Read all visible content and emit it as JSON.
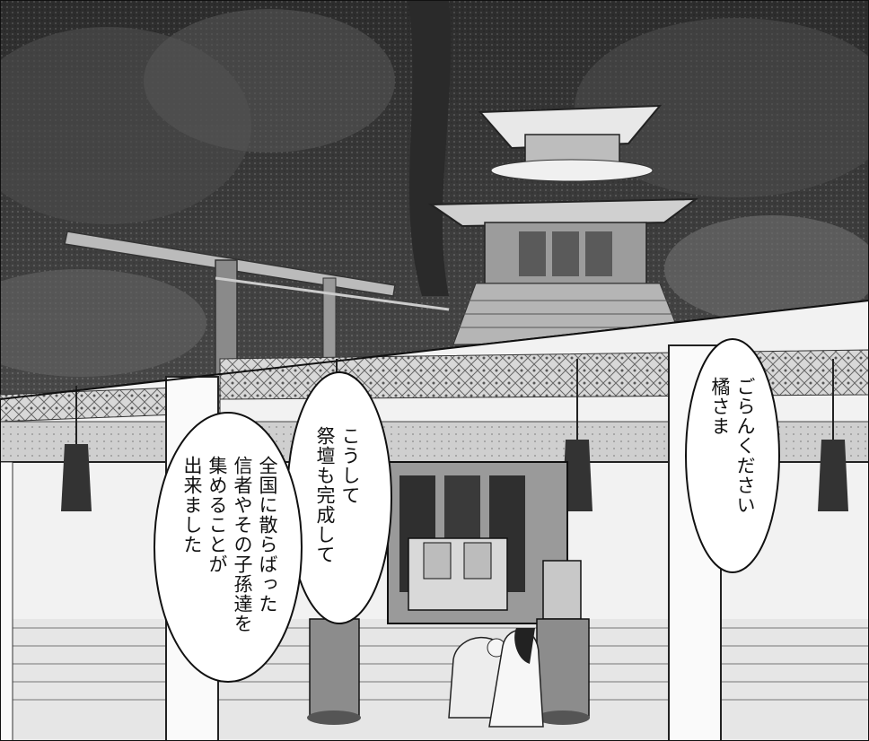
{
  "speech_bubbles": [
    {
      "id": "bubble-right",
      "lines": [
        "ごらんください",
        "橘さま"
      ]
    },
    {
      "id": "bubble-middle",
      "lines": [
        "こうして",
        "祭壇も完成して"
      ]
    },
    {
      "id": "bubble-left",
      "lines": [
        "全国に散らばった",
        "信者やその子孫達を",
        "集めることが",
        "出来ました"
      ]
    }
  ]
}
